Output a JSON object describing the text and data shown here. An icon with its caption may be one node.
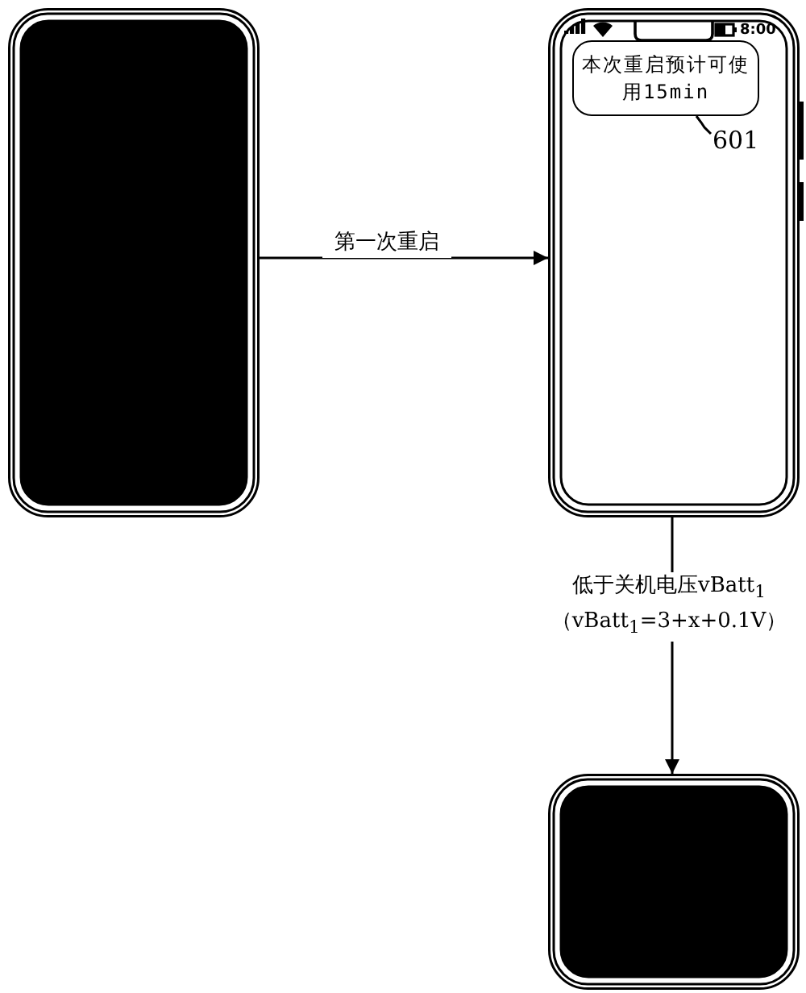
{
  "diagram": {
    "nodes": [
      {
        "text": [],
        "shape": "phone"
      },
      {
        "text": [],
        "shape": "phone"
      },
      {
        "text": [
          "本次重启预计可使用15min"
        ],
        "in": 1
      },
      {
        "text": [
          "601"
        ],
        "in": 1
      },
      {
        "text": [],
        "shape": "phone"
      }
    ],
    "edges": [
      {
        "from": 0,
        "to": 1,
        "arrow": "to",
        "label": "第一次重启"
      },
      {
        "from": 1,
        "to": 4,
        "arrow": "to",
        "label": "低于关机电压vBatt$_{1}$（vBatt$_{1}$=3+x+0.1V）"
      },
      {
        "from": 3,
        "to": 2,
        "arrow": "none"
      }
    ],
    "labels": [
      "8:00"
    ]
  }
}
